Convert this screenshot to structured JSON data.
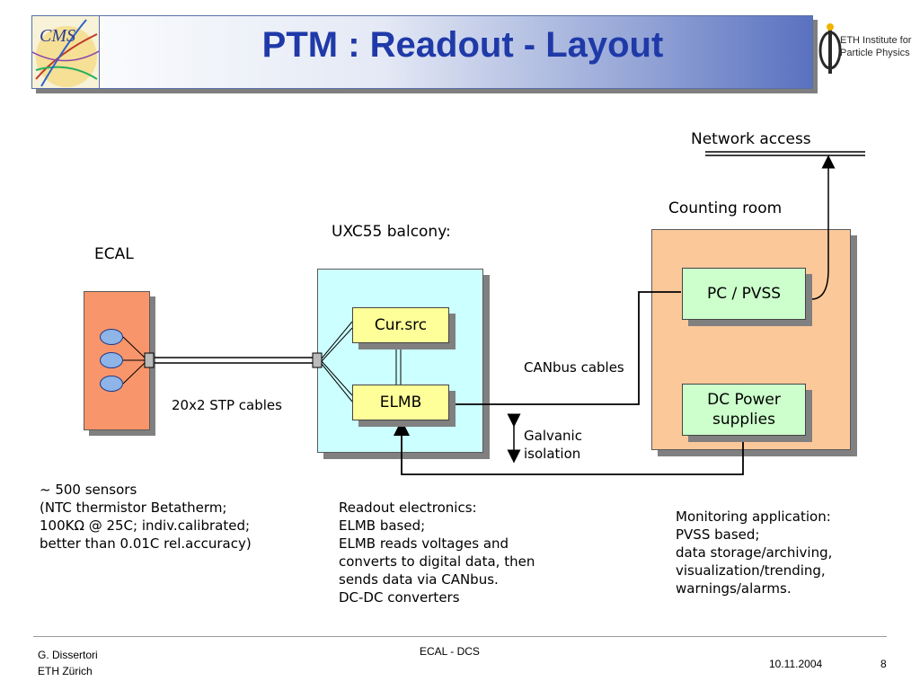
{
  "slide": {
    "title": "PTM : Readout - Layout",
    "logos": {
      "left": "CMS",
      "right_line1": "ETH Institute for",
      "right_line2": "Particle Physics"
    }
  },
  "diagram": {
    "ecal_label": "ECAL",
    "uxc_label": "UXC55 balcony:",
    "counting_room_label": "Counting room",
    "network_label": "Network access",
    "cur_src": "Cur.src",
    "elmb": "ELMB",
    "pc_pvss": "PC / PVSS",
    "dc_power_line1": "DC Power",
    "dc_power_line2": "supplies",
    "stp_cables": "20x2 STP cables",
    "canbus_cables": "CANbus cables",
    "galvanic_line1": "Galvanic",
    "galvanic_line2": "isolation"
  },
  "notes": {
    "sensors": [
      "~ 500 sensors",
      "(NTC thermistor Betatherm;",
      "100KΩ @ 25C; indiv.calibrated;",
      "better than 0.01C rel.accuracy)"
    ],
    "readout": [
      "Readout electronics:",
      "ELMB based;",
      "ELMB reads voltages and",
      "converts to digital data, then",
      "sends data via CANbus.",
      "DC-DC converters"
    ],
    "monitoring": [
      "Monitoring application:",
      "PVSS based;",
      "data storage/archiving,",
      "visualization/trending,",
      "warnings/alarms."
    ]
  },
  "footer": {
    "author": "G. Dissertori",
    "affiliation": "ETH Zürich",
    "center": "ECAL - DCS",
    "date": "10.11.2004",
    "page": "8"
  },
  "colors": {
    "title": "#1f3aa8",
    "ecal_block": "#f9956a",
    "uxc_block": "#ccffff",
    "counting_room": "#fbc89a",
    "yellow_box": "#ffff99",
    "green_box": "#ccffcc",
    "sensor": "#8fb4e8"
  }
}
